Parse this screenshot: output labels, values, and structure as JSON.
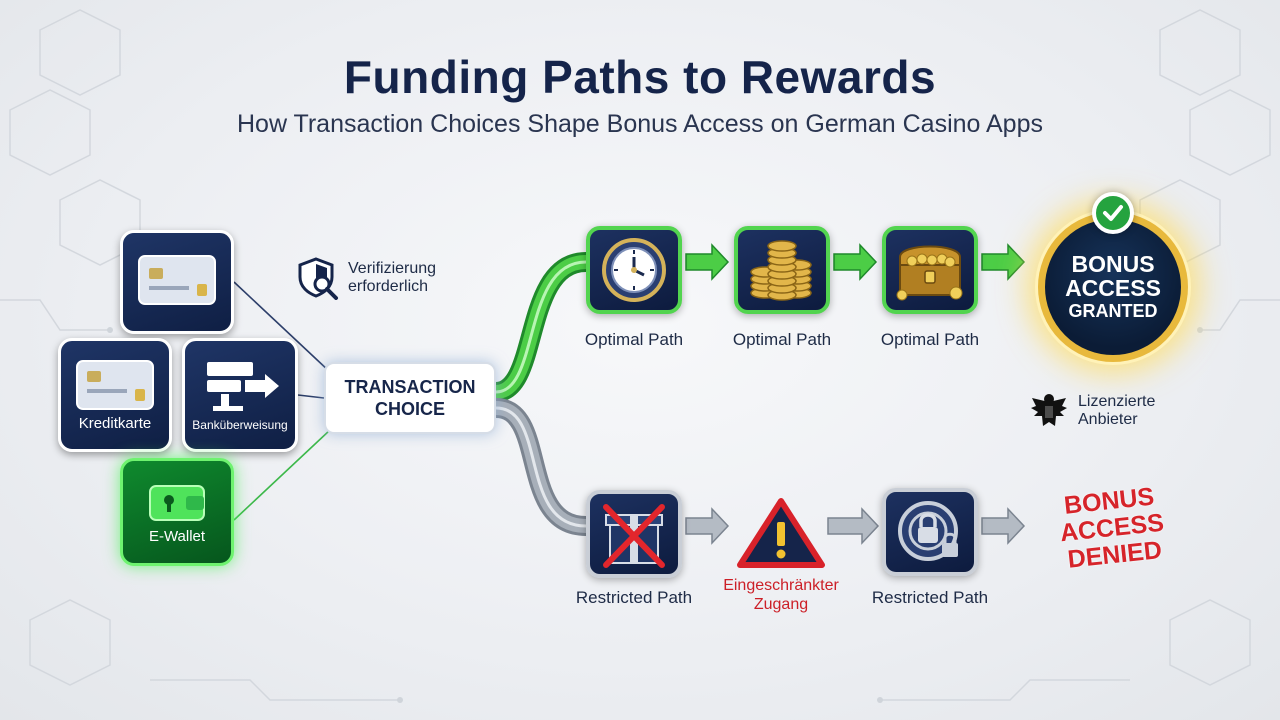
{
  "title": "Funding Paths to Rewards",
  "subtitle": "How Transaction Choices Shape Bonus Access on German Casino Apps",
  "methods": {
    "card_top_label": "",
    "kreditkarte": "Kreditkarte",
    "bank": "Banküberweisung",
    "ewallet": "E-Wallet"
  },
  "verification": {
    "line1": "Verifizierung",
    "line2": "erforderlich",
    "icon": "shield-magnifier-icon"
  },
  "choice": {
    "line1": "TRANSACTION",
    "line2": "CHOICE"
  },
  "optimal": {
    "captions": [
      "Optimal Path",
      "Optimal Path",
      "Optimal Path"
    ],
    "icons": [
      "roulette-clock-icon",
      "chip-stacks-icon",
      "treasure-chest-icon"
    ]
  },
  "restricted": {
    "captions": [
      "Restricted Path",
      "Restricted Path"
    ],
    "warning_line1": "Eingeschränkter",
    "warning_line2": "Zugang",
    "icons": [
      "crossed-gift-icon",
      "warning-triangle-icon",
      "locked-vault-icon"
    ]
  },
  "granted": {
    "line1": "BONUS",
    "line2": "ACCESS",
    "line3": "GRANTED"
  },
  "denied": {
    "line1": "BONUS",
    "line2": "ACCESS",
    "line3": "DENIED"
  },
  "licensed": {
    "line1": "Lizenzierte",
    "line2": "Anbieter",
    "icon": "eagle-icon"
  },
  "colors": {
    "navy": "#15244a",
    "green": "#4ccd46",
    "gray": "#9aa3ae",
    "gold": "#e8b93c",
    "red": "#d6242a"
  }
}
